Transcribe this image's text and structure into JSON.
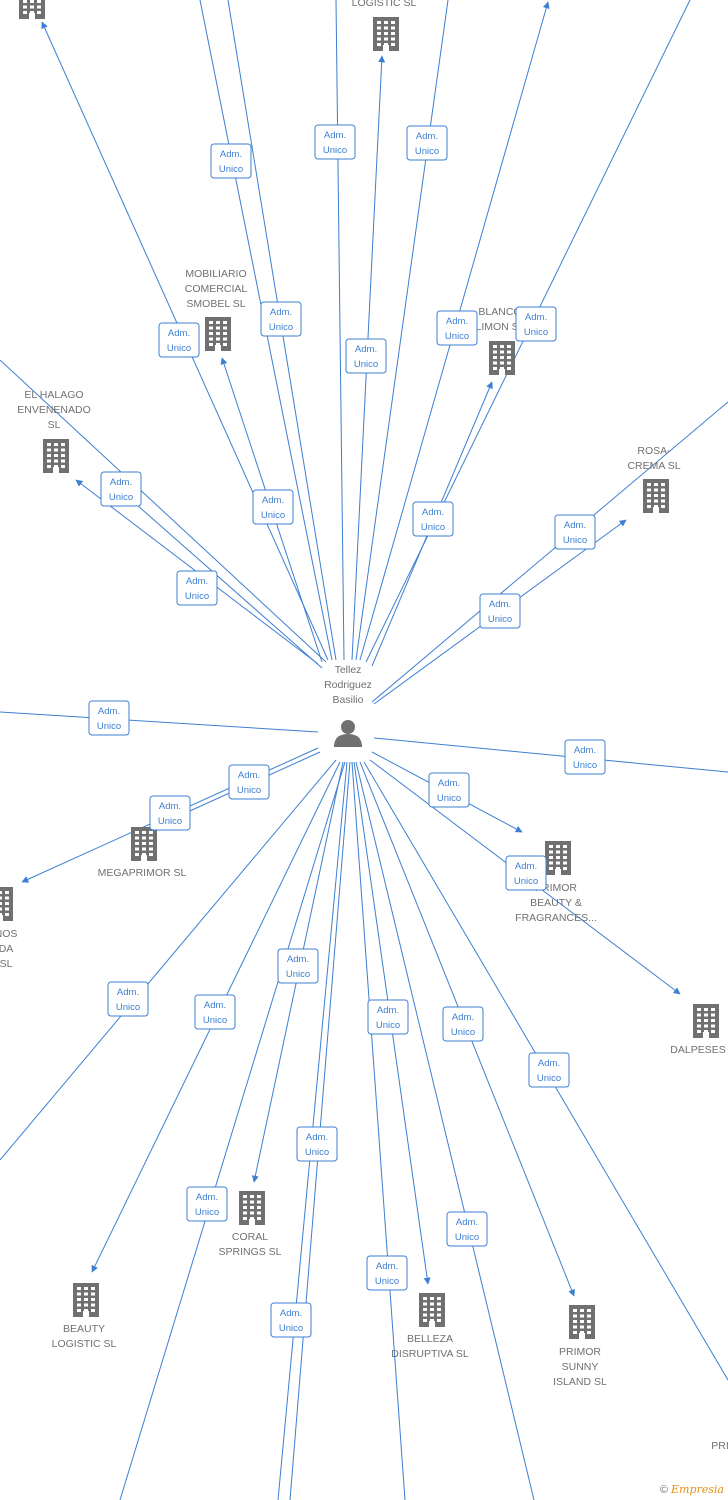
{
  "center": {
    "name_lines": [
      "Tellez",
      "Rodriguez",
      "Basilio"
    ],
    "icon": "person-icon"
  },
  "badge": {
    "line1": "Adm.",
    "line2": "Unico"
  },
  "companies": [
    {
      "id": "logistic-top",
      "lines": [
        "LOGISTIC  SL"
      ]
    },
    {
      "id": "mobiliario",
      "lines": [
        "MOBILIARIO",
        "COMERCIAL",
        "SMOBEL  SL"
      ]
    },
    {
      "id": "blanco-limon",
      "lines": [
        "BLANCO",
        "LIMON SL"
      ]
    },
    {
      "id": "el-halago",
      "lines": [
        "EL HALAGO",
        "ENVENENADO",
        "SL"
      ]
    },
    {
      "id": "rosa-crema",
      "lines": [
        "ROSA-",
        "CREMA SL"
      ]
    },
    {
      "id": "megaprimor",
      "lines": [
        "MEGAPRIMOR SL"
      ]
    },
    {
      "id": "nos-da",
      "lines": [
        "NOS",
        "DA",
        "SL"
      ]
    },
    {
      "id": "primor-beauty",
      "lines": [
        "PRIMOR",
        "BEAUTY &",
        "FRAGRANCES..."
      ]
    },
    {
      "id": "dalpeses",
      "lines": [
        "DALPESES"
      ]
    },
    {
      "id": "coral-springs",
      "lines": [
        "CORAL",
        "SPRINGS SL"
      ]
    },
    {
      "id": "beauty-logistic",
      "lines": [
        "BEAUTY",
        "LOGISTIC  SL"
      ]
    },
    {
      "id": "belleza",
      "lines": [
        "BELLEZA",
        "DISRUPTIVA  SL"
      ]
    },
    {
      "id": "primor-sunny",
      "lines": [
        "PRIMOR",
        "SUNNY",
        "ISLAND  SL"
      ]
    },
    {
      "id": "pri-partial",
      "lines": [
        "PRI"
      ]
    },
    {
      "id": "top-left-partial",
      "lines": []
    }
  ],
  "footer": {
    "copyright": "©",
    "brand": "Empresia"
  },
  "colors": {
    "edge": "#3d7fd1",
    "node": "#707070",
    "brand": "#e89015"
  }
}
